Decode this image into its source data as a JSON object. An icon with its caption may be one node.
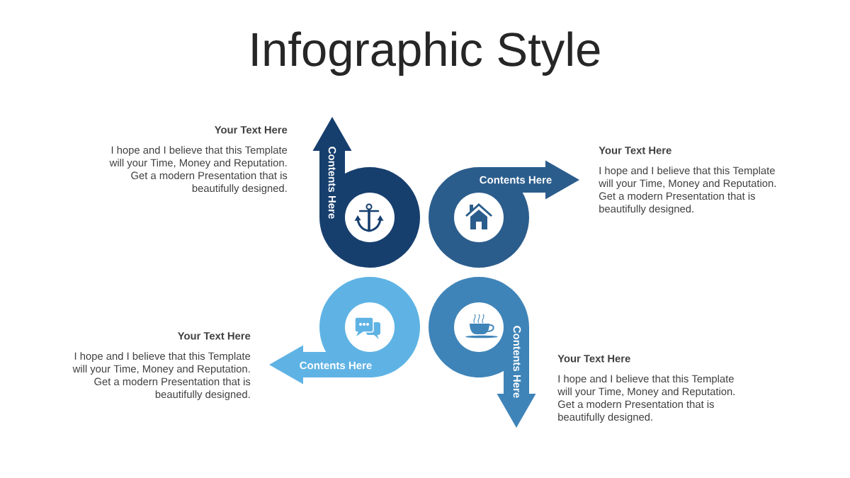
{
  "diagram": {
    "title": "Infographic Style",
    "nodes": [
      {
        "text": [
          "Contents Here"
        ],
        "beside": [
          "Your Text Here",
          "I hope and I believe that this Template will your Time, Money and Reputation. Get a modern Presentation that is beautifully designed."
        ]
      },
      {
        "text": [
          "Contents Here"
        ],
        "beside": [
          "Your Text Here",
          "I hope and I believe that this Template will your Time, Money and Reputation. Get a modern Presentation that is beautifully designed."
        ]
      },
      {
        "text": [
          "Contents Here"
        ],
        "beside": [
          "Your Text Here",
          "I hope and I believe that this Template will your Time, Money and Reputation. Get a modern Presentation that is beautifully designed."
        ]
      },
      {
        "text": [
          "Contents Here"
        ],
        "beside": [
          "Your Text Here",
          "I hope and I believe that this Template will your Time, Money and Reputation. Get a modern Presentation that is beautifully designed."
        ]
      }
    ]
  }
}
